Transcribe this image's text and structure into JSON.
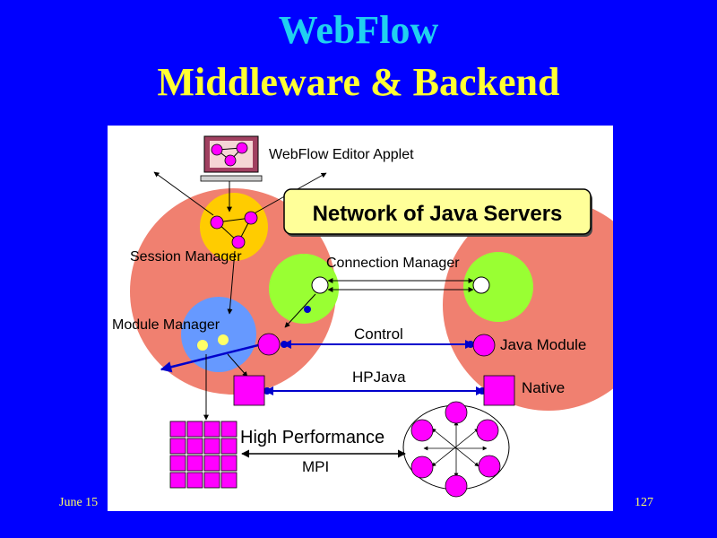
{
  "title_line1": "WebFlow",
  "title_line2": "Middleware & Backend",
  "footer": {
    "date": "June 15",
    "page": "127"
  },
  "diagram": {
    "editor_applet": "WebFlow Editor Applet",
    "network_title": "Network of Java Servers",
    "session_manager": "Session Manager",
    "connection_manager": "Connection Manager",
    "module_manager": "Module Manager",
    "control": "Control",
    "java_module": "Java Module",
    "hpjava": "HPJava",
    "native": "Native",
    "high_performance": "High Performance",
    "mpi": "MPI"
  },
  "colors": {
    "background": "#0000ff",
    "title1": "#20d0f0",
    "title2": "#ffff33",
    "server_circle": "#f08070",
    "session_circle": "#ffcc00",
    "module_circle": "#6699ff",
    "connection_circle": "#99ff33",
    "node_magenta": "#ff00ff",
    "network_box": "#ffff99"
  }
}
